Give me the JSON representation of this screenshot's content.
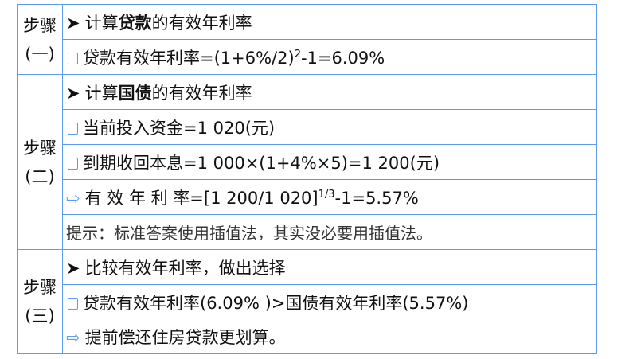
{
  "steps": [
    {
      "label": "步骤",
      "num": "(一)",
      "rows": [
        {
          "icon": "arrowhead",
          "pre": "计算",
          "bold": "贷款",
          "post": "的有效年利率"
        },
        {
          "icon": "square",
          "text": "贷款有效年利率=(1+6%/2)",
          "sup": "2",
          "tail": "-1=6.09%"
        }
      ]
    },
    {
      "label": "步骤",
      "num": "(二)",
      "rows": [
        {
          "icon": "arrowhead",
          "pre": "计算",
          "bold": "国债",
          "post": "的有效年利率"
        },
        {
          "icon": "square",
          "text": "当前投入资金=1 020(元)"
        },
        {
          "icon": "square",
          "text": "到期收回本息=1 000×(1+4%×5)=1 200(元)"
        },
        {
          "icon": "arrow-right",
          "text": "有 效 年 利 率=[1 200/1 020]",
          "sup": "1/3",
          "tail": "-1=5.57%"
        },
        {
          "hint": "提示：标准答案使用插值法，其实没必要用插值法。"
        }
      ]
    },
    {
      "label": "步骤",
      "num": "(三)",
      "rows": [
        {
          "icon": "arrowhead",
          "text": "比较有效年利率，做出选择"
        },
        {
          "icon": "square",
          "text": "贷款有效年利率(6.09% )>国债有效年利率(5.57%)"
        },
        {
          "icon": "arrow-right",
          "text": "提前偿还住房贷款更划算。"
        }
      ]
    }
  ],
  "colors": {
    "border": "#5b9bf0"
  }
}
